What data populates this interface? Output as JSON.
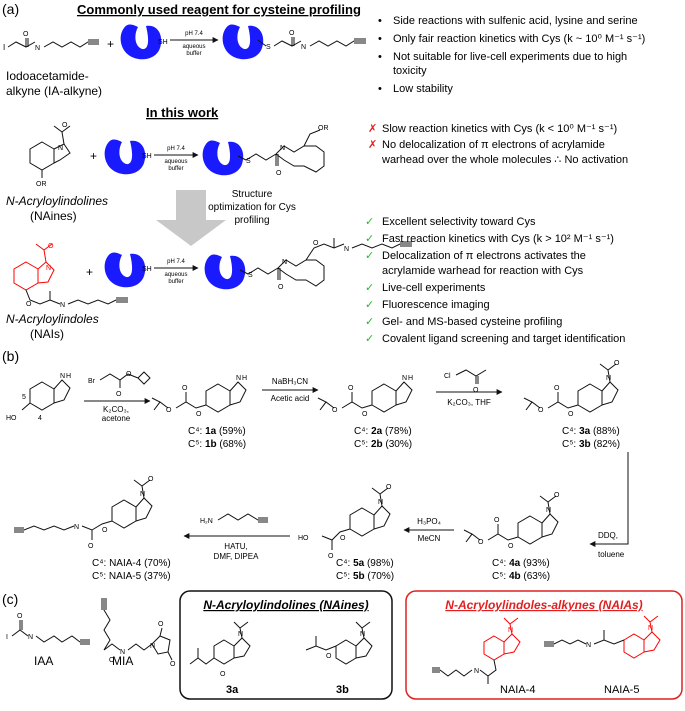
{
  "panels": {
    "a": "(a)",
    "b": "(b)",
    "c": "(c)"
  },
  "section_a": {
    "header1": "Commonly used reagent for cysteine profiling",
    "header2": "In this work",
    "ia_name_line1": "Iodoacetamide-",
    "ia_name_line2": "alkyne (IA-alkyne)",
    "naines_name_line1": "N-Acryloylindolines",
    "naines_name_line2": "(NAines)",
    "nais_name_line1": "N-Acryloylindoles",
    "nais_name_line2": "(NAIs)",
    "condition_top": "pH 7.4",
    "condition_bottom1": "aqueous",
    "condition_bottom2": "buffer",
    "sh_label": "SH",
    "s_label": "S",
    "i_label": "I",
    "or_label": "OR",
    "o_label": "O",
    "n_label": "N",
    "nh_label": "N",
    "plus": "+",
    "optimization_line1": "Structure",
    "optimization_line2": "optimization for Cys",
    "optimization_line3": "profiling",
    "ia_points": [
      "Side reactions with sulfenic acid, lysine and serine",
      "Only fair reaction kinetics with Cys (k ~ 10⁰ M⁻¹ s⁻¹)",
      "Not suitable for live-cell experiments due to high",
      "toxicity",
      "Low stability"
    ],
    "naines_points": [
      "Slow reaction kinetics with Cys (k < 10⁰ M⁻¹ s⁻¹)",
      "No delocalization of π electrons of acrylamide",
      "warhead over the whole molecules ∴ No activation"
    ],
    "nais_points": [
      "Excellent selectivity toward Cys",
      "Fast reaction kinetics with Cys (k > 10² M⁻¹ s⁻¹)",
      "Delocalization of π electrons activates the",
      "acrylamide warhead for reaction with Cys",
      "Live-cell experiments",
      "Fluorescence imaging",
      "Gel- and MS-based cysteine profiling",
      "Covalent ligand screening and target identification"
    ],
    "bullet": "•",
    "cross": "✗",
    "check": "✓"
  },
  "section_b": {
    "reagent1_cond1": "K₂CO₃,",
    "reagent1_cond2": "acetone",
    "reagent2_cond1": "NaBH₃CN",
    "reagent2_cond2": "Acetic acid",
    "reagent3_cond": "K₂CO₃, THF",
    "reagent4_cond1": "DDQ,",
    "reagent4_cond2": "toluene",
    "reagent5_cond1": "H₃PO₄",
    "reagent5_cond2": "MeCN",
    "reagent6_cond1": "HATU,",
    "reagent6_cond2": "DMF, DIPEA",
    "br": "Br",
    "cl": "Cl",
    "nh2": "H₂N",
    "ho": "HO",
    "h": "H",
    "o": "O",
    "n": "N",
    "pos4": "4",
    "pos5": "5",
    "yields": {
      "c1": [
        "C⁴: ",
        "1a",
        " (59%)"
      ],
      "c1b": [
        "C⁵: ",
        "1b",
        " (68%)"
      ],
      "c2": [
        "C⁴: ",
        "2a",
        " (78%)"
      ],
      "c2b": [
        "C⁵: ",
        "2b",
        " (30%)"
      ],
      "c3": [
        "C⁴: ",
        "3a",
        " (88%)"
      ],
      "c3b": [
        "C⁵: ",
        "3b",
        " (82%)"
      ],
      "c4": [
        "C⁴: ",
        "4a",
        " (93%)"
      ],
      "c4b": [
        "C⁵: ",
        "4b",
        " (63%)"
      ],
      "c5": [
        "C⁴: ",
        "5a",
        " (98%)"
      ],
      "c5b": [
        "C⁵: ",
        "5b",
        " (70%)"
      ],
      "c6": "C⁴: NAIA-4 (70%)",
      "c6b": "C⁵: NAIA-5 (37%)"
    }
  },
  "section_c": {
    "iaa": "IAA",
    "mia": "MIA",
    "box1_title": "N-Acryloylindolines (NAines)",
    "box2_title": "N-Acryloylindoles-alkynes (NAIAs)",
    "label_3a": "3a",
    "label_3b": "3b",
    "label_naia4": "NAIA-4",
    "label_naia5": "NAIA-5",
    "i": "I",
    "o": "O",
    "n": "N",
    "nh": "N"
  },
  "colors": {
    "protein": "#1a1aff",
    "red": "#ff0000",
    "green": "#2db52d",
    "cross": "#e02020",
    "box_black": "#111111",
    "box_red": "#e02020",
    "arrow_gray": "#c8c8c8"
  }
}
